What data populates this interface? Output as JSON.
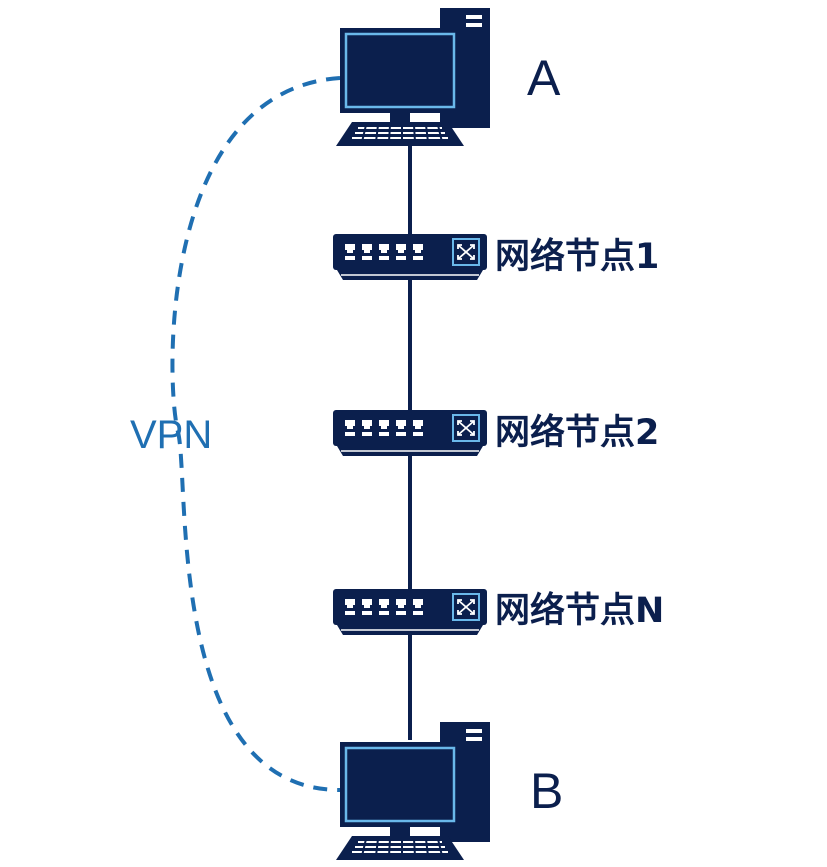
{
  "diagram": {
    "host_a": "A",
    "host_b": "B",
    "nodes": [
      {
        "label": "网络节点1"
      },
      {
        "label": "网络节点2"
      },
      {
        "label": "网络节点N"
      }
    ],
    "vpn_label": "VPN"
  },
  "colors": {
    "navy": "#0b1f4d",
    "vpn_blue": "#1f6fb2",
    "screen_border": "#6ab8ea"
  },
  "icons": {
    "computer": "computer-icon",
    "switch": "network-switch-icon"
  }
}
